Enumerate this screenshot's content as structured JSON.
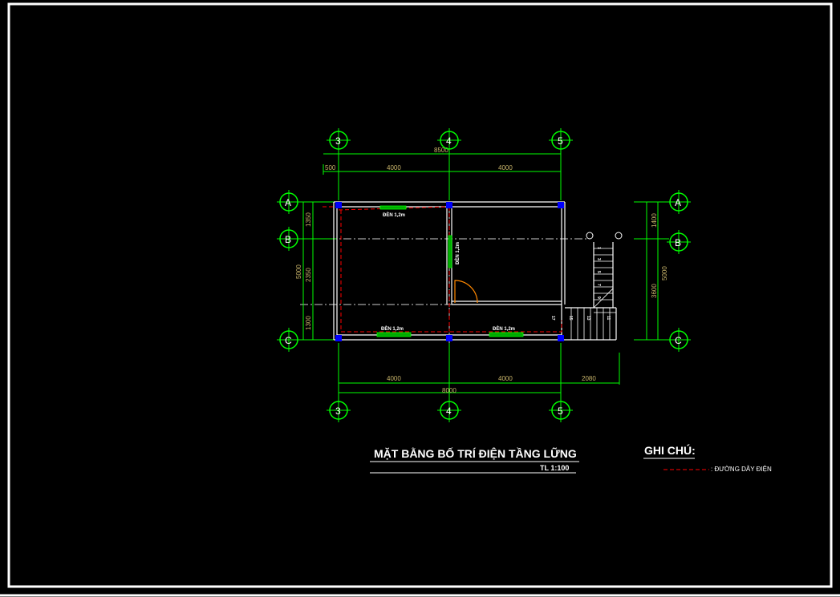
{
  "title": "MẶT BẰNG BỐ TRÍ ĐIỆN TẦNG LỮNG",
  "scale": "TL 1:100",
  "legend": {
    "heading": "GHI CHÚ:",
    "item": ": ĐƯỜNG DÂY ĐIỆN"
  },
  "axes": {
    "cols": [
      "3",
      "4",
      "5"
    ],
    "rows": [
      "A",
      "B",
      "C"
    ]
  },
  "dimensions": {
    "top_total": "8500",
    "top_lead": "500",
    "top_span_1": "4000",
    "top_span_2": "4000",
    "bottom_span_1": "4000",
    "bottom_span_2": "4000",
    "bottom_span_3": "2080",
    "bottom_total": "8000",
    "left_1": "1350",
    "left_2": "2350",
    "left_3": "1300",
    "left_total": "5000",
    "right_1": "1400",
    "right_2": "3600",
    "right_total": "5000"
  },
  "lights": {
    "top": "ĐÈN 1,2m",
    "middle": "ĐÈN 1,2m",
    "bottom_left": "ĐÈN 1,2m",
    "bottom_right": "ĐÈN 1,2m"
  },
  "stairs": {
    "upper_steps": [
      "1",
      "3",
      "5",
      "7",
      "9"
    ],
    "lower_steps": [
      "17",
      "15",
      "13",
      "11"
    ]
  },
  "colors": {
    "background": "#000000",
    "frame": "#ffffff",
    "axis_green": "#00ff00",
    "dimension_text": "#c8b46a",
    "column_blue": "#0000ff",
    "wire_red": "#ff0000",
    "door_orange": "#ff8800"
  }
}
